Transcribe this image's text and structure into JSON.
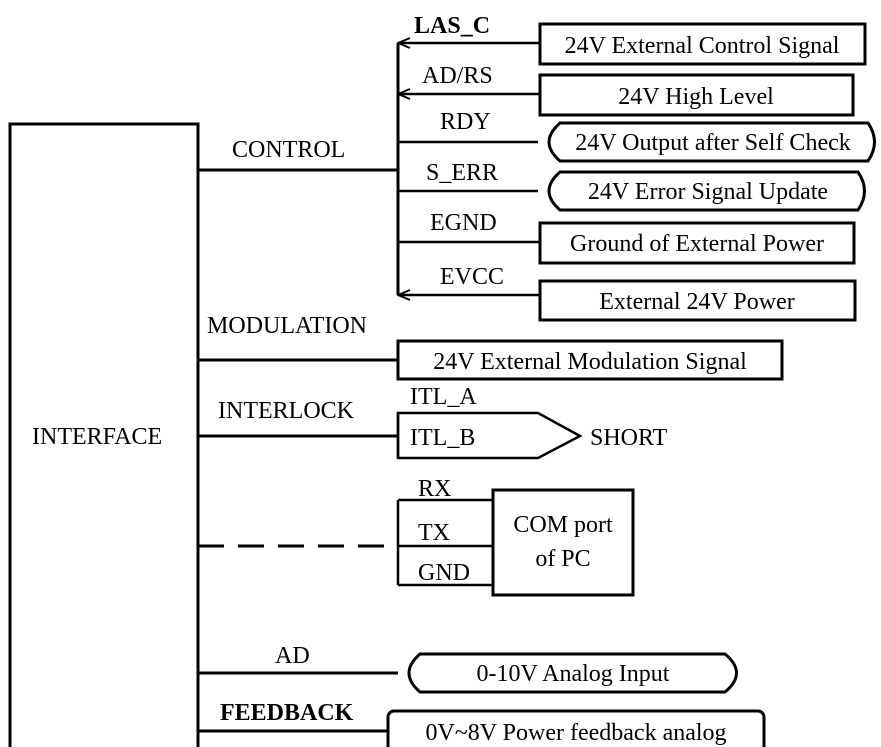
{
  "interface": {
    "label": "INTERFACE"
  },
  "control": {
    "label": "CONTROL",
    "signals": [
      {
        "name": "LAS_C",
        "description": "24V External Control Signal",
        "direction": "input"
      },
      {
        "name": "AD/RS",
        "description": "24V High Level",
        "direction": "input"
      },
      {
        "name": "RDY",
        "description": "24V Output after Self Check",
        "direction": "output"
      },
      {
        "name": "S_ERR",
        "description": "24V Error Signal Update",
        "direction": "output"
      },
      {
        "name": "EGND",
        "description": "Ground of External Power",
        "direction": "none"
      },
      {
        "name": "EVCC",
        "description": "External 24V Power",
        "direction": "input"
      }
    ]
  },
  "modulation": {
    "label": "MODULATION",
    "description": "24V External Modulation Signal"
  },
  "interlock": {
    "label": "INTERLOCK",
    "pin_a": "ITL_A",
    "pin_b": "ITL_B",
    "result": "SHORT"
  },
  "serial": {
    "pins": [
      "RX",
      "TX",
      "GND"
    ],
    "target": [
      "COM port",
      "of PC"
    ]
  },
  "ad": {
    "label": "AD",
    "description": "0-10V Analog Input"
  },
  "feedback": {
    "label": "FEEDBACK",
    "description": "0V~8V Power feedback analog"
  }
}
